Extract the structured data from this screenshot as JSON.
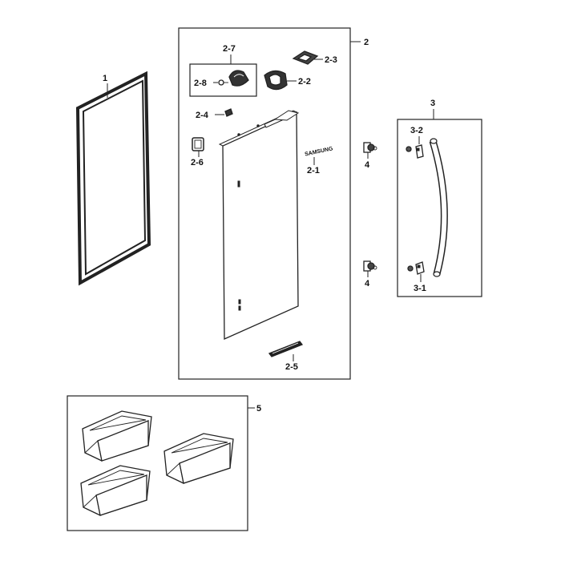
{
  "labels": {
    "gasket": "1",
    "door_assembly": "2",
    "emblem": "2-1",
    "hinge_cover": "2-2",
    "hinge_bracket": "2-3",
    "cap": "2-4",
    "door_bottom_trim": "2-5",
    "stopper": "2-6",
    "hinge_group": "2-7",
    "screw": "2-8",
    "handle_assembly": "3",
    "handle_bracket_lower": "3-1",
    "handle_bracket_upper": "3-2",
    "handle_stud_upper": "4",
    "handle_stud_lower": "4",
    "door_bins": "5"
  },
  "emblem_text": "SAMSUNG"
}
